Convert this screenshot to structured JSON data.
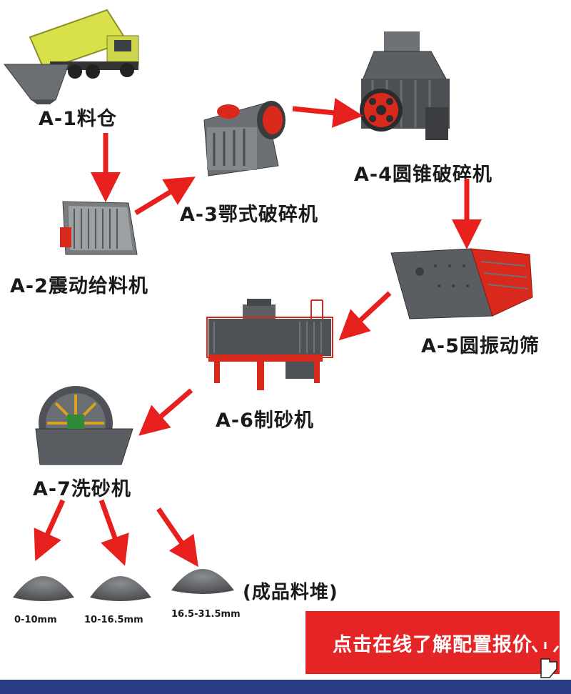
{
  "steps": [
    {
      "id": "A-1",
      "label": "A-1料仓",
      "icon": "dump-truck-hopper-icon"
    },
    {
      "id": "A-2",
      "label": "A-2震动给料机",
      "icon": "vibrating-feeder-icon"
    },
    {
      "id": "A-3",
      "label": "A-3鄂式破碎机",
      "icon": "jaw-crusher-icon"
    },
    {
      "id": "A-4",
      "label": "A-4圆锥破碎机",
      "icon": "cone-crusher-icon"
    },
    {
      "id": "A-5",
      "label": "A-5圆振动筛",
      "icon": "vibrating-screen-icon"
    },
    {
      "id": "A-6",
      "label": "A-6制砂机",
      "icon": "sand-making-machine-icon"
    },
    {
      "id": "A-7",
      "label": "A-7洗砂机",
      "icon": "sand-washer-icon"
    }
  ],
  "products": {
    "caption": "(成品料堆)",
    "sizes": [
      "0-10mm",
      "10-16.5mm",
      "16.5-31.5mm"
    ]
  },
  "cta": {
    "label": "点击在线了解配置报价"
  },
  "colors": {
    "arrow": "#e8201d",
    "cta": "#e52426",
    "bar": "#2a3b85",
    "machine": "#5a5d62",
    "accent": "#d9281c",
    "truck": "#d8e04a"
  }
}
